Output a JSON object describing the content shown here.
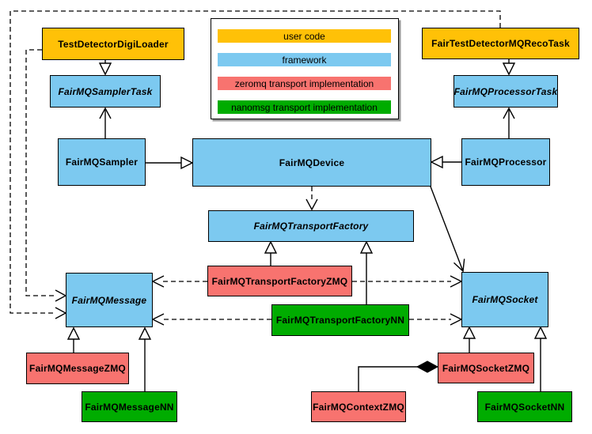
{
  "colors": {
    "user_code": "#FFC107",
    "framework": "#7CC9F0",
    "zeromq_impl": "#F8736F",
    "nanomsg_impl": "#00AC00"
  },
  "legend": {
    "items": [
      {
        "label": "user code",
        "category": "user_code"
      },
      {
        "label": "framework",
        "category": "framework"
      },
      {
        "label": "zeromq transport implementation",
        "category": "zeromq_impl"
      },
      {
        "label": "nanomsg transport implementation",
        "category": "nanomsg_impl"
      }
    ]
  },
  "nodes": {
    "digi_loader": {
      "label": "TestDetectorDigiLoader",
      "category": "user_code",
      "abstract": false
    },
    "reco_task": {
      "label": "FairTestDetectorMQRecoTask",
      "category": "user_code",
      "abstract": false
    },
    "sampler_task": {
      "label": "FairMQSamplerTask",
      "category": "framework",
      "abstract": true
    },
    "processor_task": {
      "label": "FairMQProcessorTask",
      "category": "framework",
      "abstract": true
    },
    "sampler": {
      "label": "FairMQSampler",
      "category": "framework",
      "abstract": false
    },
    "device": {
      "label": "FairMQDevice",
      "category": "framework",
      "abstract": false
    },
    "processor": {
      "label": "FairMQProcessor",
      "category": "framework",
      "abstract": false
    },
    "transport_factory": {
      "label": "FairMQTransportFactory",
      "category": "framework",
      "abstract": true
    },
    "transport_factory_zmq": {
      "label": "FairMQTransportFactoryZMQ",
      "category": "zeromq_impl",
      "abstract": false
    },
    "transport_factory_nn": {
      "label": "FairMQTransportFactoryNN",
      "category": "nanomsg_impl",
      "abstract": false
    },
    "message": {
      "label": "FairMQMessage",
      "category": "framework",
      "abstract": true
    },
    "socket": {
      "label": "FairMQSocket",
      "category": "framework",
      "abstract": true
    },
    "message_zmq": {
      "label": "FairMQMessageZMQ",
      "category": "zeromq_impl",
      "abstract": false
    },
    "message_nn": {
      "label": "FairMQMessageNN",
      "category": "nanomsg_impl",
      "abstract": false
    },
    "socket_zmq": {
      "label": "FairMQSocketZMQ",
      "category": "zeromq_impl",
      "abstract": false
    },
    "socket_nn": {
      "label": "FairMQSocketNN",
      "category": "nanomsg_impl",
      "abstract": false
    },
    "context_zmq": {
      "label": "FairMQContextZMQ",
      "category": "zeromq_impl",
      "abstract": false
    }
  },
  "edges": [
    {
      "from": "TestDetectorDigiLoader",
      "to": "FairMQSamplerTask",
      "type": "inheritance"
    },
    {
      "from": "FairTestDetectorMQRecoTask",
      "to": "FairMQProcessorTask",
      "type": "inheritance"
    },
    {
      "from": "FairMQSampler",
      "to": "FairMQSamplerTask",
      "type": "association"
    },
    {
      "from": "FairMQProcessor",
      "to": "FairMQProcessorTask",
      "type": "association"
    },
    {
      "from": "FairMQSampler",
      "to": "FairMQDevice",
      "type": "inheritance"
    },
    {
      "from": "FairMQProcessor",
      "to": "FairMQDevice",
      "type": "inheritance"
    },
    {
      "from": "FairMQDevice",
      "to": "FairMQTransportFactory",
      "type": "dependency"
    },
    {
      "from": "FairMQDevice",
      "to": "FairMQSocket",
      "type": "association"
    },
    {
      "from": "TestDetectorDigiLoader",
      "to": "FairMQMessage",
      "type": "dependency"
    },
    {
      "from": "FairTestDetectorMQRecoTask",
      "to": "FairMQMessage",
      "type": "dependency"
    },
    {
      "from": "FairMQTransportFactoryZMQ",
      "to": "FairMQTransportFactory",
      "type": "inheritance"
    },
    {
      "from": "FairMQTransportFactoryNN",
      "to": "FairMQTransportFactory",
      "type": "inheritance"
    },
    {
      "from": "FairMQTransportFactoryZMQ",
      "to": "FairMQMessage",
      "type": "dependency"
    },
    {
      "from": "FairMQTransportFactoryZMQ",
      "to": "FairMQSocket",
      "type": "dependency"
    },
    {
      "from": "FairMQTransportFactoryNN",
      "to": "FairMQMessage",
      "type": "dependency"
    },
    {
      "from": "FairMQTransportFactoryNN",
      "to": "FairMQSocket",
      "type": "dependency"
    },
    {
      "from": "FairMQMessageZMQ",
      "to": "FairMQMessage",
      "type": "inheritance"
    },
    {
      "from": "FairMQMessageNN",
      "to": "FairMQMessage",
      "type": "inheritance"
    },
    {
      "from": "FairMQSocketZMQ",
      "to": "FairMQSocket",
      "type": "inheritance"
    },
    {
      "from": "FairMQSocketNN",
      "to": "FairMQSocket",
      "type": "inheritance"
    },
    {
      "from": "FairMQContextZMQ",
      "to": "FairMQSocketZMQ",
      "type": "composition"
    }
  ]
}
